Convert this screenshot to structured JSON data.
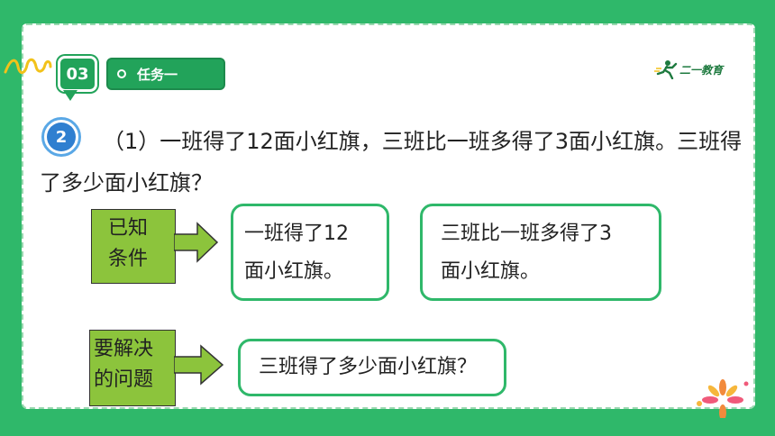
{
  "header": {
    "section_number": "03",
    "task_label": "任务一",
    "logo_text": "二一教育"
  },
  "question": {
    "number": "2",
    "text": "（1）一班得了12面小红旗，三班比一班多得了3面小红旗。三班得了多少面小红旗？"
  },
  "known": {
    "label_line1": "已知",
    "label_line2": "条件",
    "card1_line1": "一班得了12",
    "card1_line2": "面小红旗。",
    "card2_line1": "三班比一班多得了3",
    "card2_line2": "面小红旗。"
  },
  "solve": {
    "label_line1": "要解决",
    "label_line2": "的问题",
    "card_text": "三班得了多少面小红旗？"
  },
  "colors": {
    "background": "#2fb86a",
    "accent": "#22a35a",
    "label_fill": "#8cc43c",
    "number_blue": "#2f7fd0"
  }
}
